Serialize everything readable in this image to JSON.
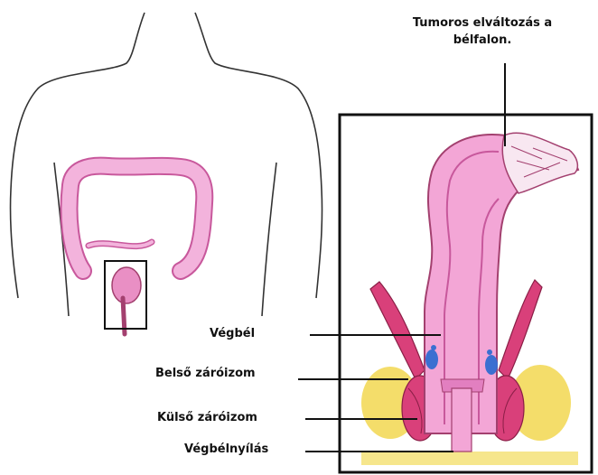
{
  "callout": {
    "line1": "Tumoros elváltozás a",
    "line2": "bélfalon."
  },
  "labels": {
    "rectum": "Végbél",
    "internal_sphincter": "Belső záróizom",
    "external_sphincter": "Külső záróizom",
    "anus": "Végbélnyílás"
  },
  "icons": {
    "body": "human-torso-outline-icon",
    "colon": "colon-icon",
    "anatomy": "rectum-cross-section-icon"
  },
  "colors": {
    "outline": "#111111",
    "bowel_pink": "#f3a6d6",
    "bowel_dark": "#c8589c",
    "muscle": "#d9407a",
    "fat": "#f4dd6a",
    "vessel_blue": "#3b6fd1"
  }
}
